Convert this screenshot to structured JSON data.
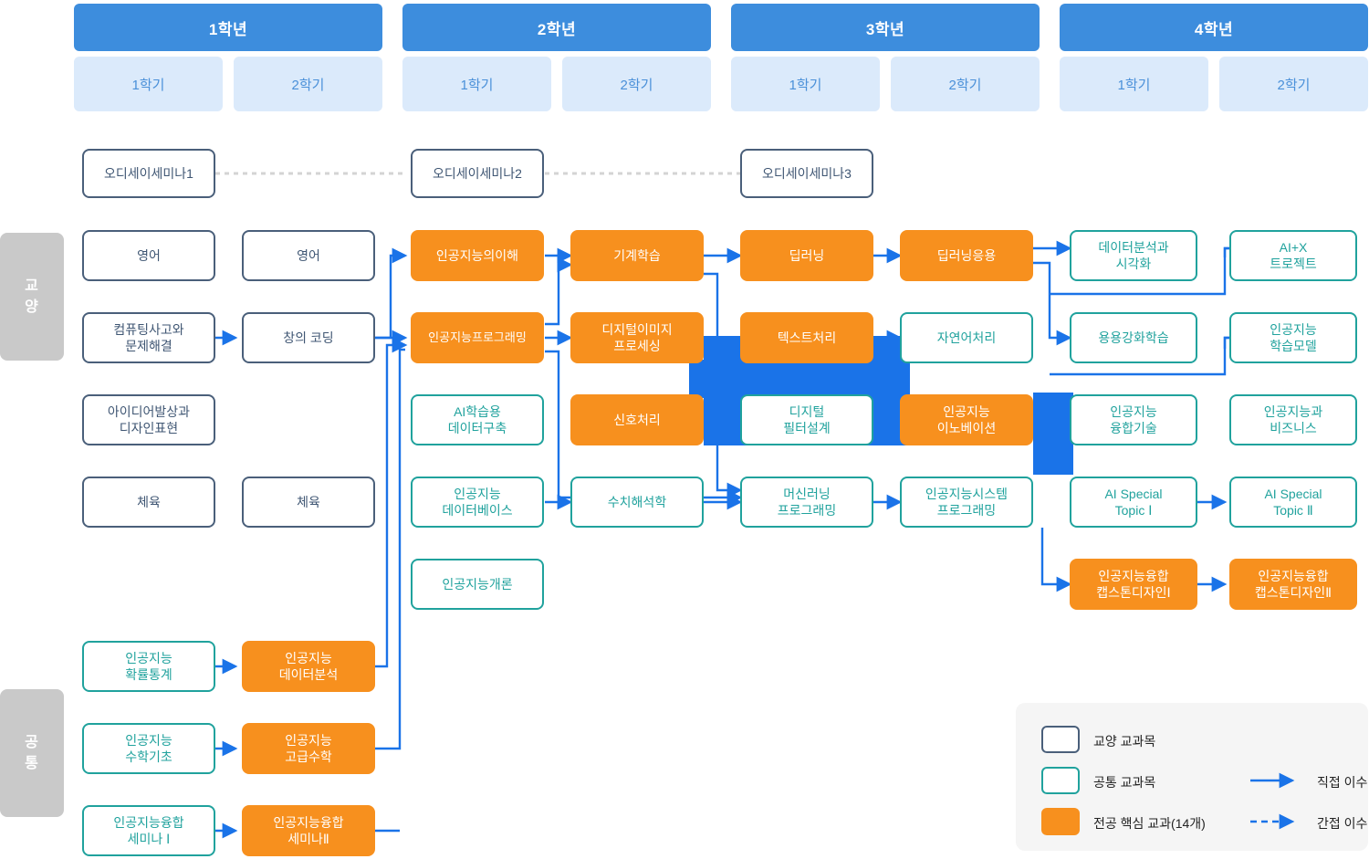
{
  "header": {
    "years": [
      {
        "label": "1학년",
        "terms": [
          "1학기",
          "2학기"
        ]
      },
      {
        "label": "2학년",
        "terms": [
          "1학기",
          "2학기"
        ]
      },
      {
        "label": "3학년",
        "terms": [
          "1학기",
          "2학기"
        ]
      },
      {
        "label": "4학년",
        "terms": [
          "1학기",
          "2학기"
        ]
      }
    ]
  },
  "categories": [
    {
      "key": "liberal",
      "label": "교양",
      "chars": [
        "교",
        "양"
      ]
    },
    {
      "key": "common",
      "label": "공통",
      "chars": [
        "공",
        "통"
      ]
    }
  ],
  "seminars": [
    {
      "label": "오디세이세미나1"
    },
    {
      "label": "오디세이세미나2"
    },
    {
      "label": "오디세이세미나3"
    }
  ],
  "courses": {
    "y1s1": [
      {
        "id": "eng1",
        "label": "영어",
        "type": "gen"
      },
      {
        "id": "ct",
        "label": "컴퓨팅사고와\n문제해결",
        "type": "gen"
      },
      {
        "id": "idea",
        "label": "아이디어발상과\n디자인표현",
        "type": "gen"
      },
      {
        "id": "pe1",
        "label": "체육",
        "type": "gen"
      }
    ],
    "y1s2": [
      {
        "id": "eng2",
        "label": "영어",
        "type": "gen"
      },
      {
        "id": "coding",
        "label": "창의 코딩",
        "type": "gen"
      },
      {
        "id": "pe2",
        "label": "체육",
        "type": "gen"
      }
    ],
    "y2s1": [
      {
        "id": "ai_understand",
        "label": "인공지능의이해",
        "type": "major"
      },
      {
        "id": "ai_prog",
        "label": "인공지능프로그래밍",
        "type": "major"
      },
      {
        "id": "ai_dataset",
        "label": "AI학습용\n데이터구축",
        "type": "common"
      },
      {
        "id": "ai_db",
        "label": "인공지능\n데이터베이스",
        "type": "common"
      },
      {
        "id": "ai_intro",
        "label": "인공지능개론",
        "type": "common"
      }
    ],
    "y2s2": [
      {
        "id": "ml",
        "label": "기계학습",
        "type": "major"
      },
      {
        "id": "dip",
        "label": "디지털이미지\n프로세싱",
        "type": "major"
      },
      {
        "id": "signal",
        "label": "신호처리",
        "type": "major"
      },
      {
        "id": "numeric",
        "label": "수치해석학",
        "type": "common"
      }
    ],
    "y3s1": [
      {
        "id": "dl",
        "label": "딥러닝",
        "type": "major"
      },
      {
        "id": "text",
        "label": "텍스트처리",
        "type": "major"
      },
      {
        "id": "dfilter",
        "label": "디지털\n필터설계",
        "type": "common"
      },
      {
        "id": "mlprog",
        "label": "머신러닝\n프로그래밍",
        "type": "common"
      }
    ],
    "y3s2": [
      {
        "id": "dlapp",
        "label": "딥러닝응용",
        "type": "major"
      },
      {
        "id": "nlp",
        "label": "자연어처리",
        "type": "common"
      },
      {
        "id": "innov",
        "label": "인공지능\n이노베이션",
        "type": "major"
      },
      {
        "id": "aisys",
        "label": "인공지능시스템\n프로그래밍",
        "type": "common"
      }
    ],
    "y4s1": [
      {
        "id": "dataviz",
        "label": "데이터분석과\n시각화",
        "type": "common"
      },
      {
        "id": "rl",
        "label": "용용강화학습",
        "type": "common"
      },
      {
        "id": "fusion",
        "label": "인공지능\n융합기술",
        "type": "common"
      },
      {
        "id": "ast1",
        "label": "AI Special\nTopic Ⅰ",
        "type": "common"
      },
      {
        "id": "cap1",
        "label": "인공지능융합\n캡스톤디자인Ⅰ",
        "type": "major"
      }
    ],
    "y4s2": [
      {
        "id": "aix",
        "label": "AI+X\n트로젝트",
        "type": "common"
      },
      {
        "id": "learnmodel",
        "label": "인공지능\n학습모델",
        "type": "common"
      },
      {
        "id": "aibiz",
        "label": "인공지능과\n비즈니스",
        "type": "common"
      },
      {
        "id": "ast2",
        "label": "AI Special\nTopic Ⅱ",
        "type": "common"
      },
      {
        "id": "cap2",
        "label": "인공지능융합\n캡스톤디자인Ⅱ",
        "type": "major"
      }
    ],
    "common_s1": [
      {
        "id": "prob",
        "label": "인공지능\n확률통계",
        "type": "common"
      },
      {
        "id": "mathbasic",
        "label": "인공지능\n수학기초",
        "type": "common"
      },
      {
        "id": "sem1",
        "label": "인공지능융합\n세미나 Ⅰ",
        "type": "common"
      }
    ],
    "common_s2": [
      {
        "id": "dataanal",
        "label": "인공지능\n데이터분석",
        "type": "major"
      },
      {
        "id": "advmath",
        "label": "인공지능\n고급수학",
        "type": "major"
      },
      {
        "id": "sem2",
        "label": "인공지능융합\n세미나Ⅱ",
        "type": "major"
      }
    ]
  },
  "legend": {
    "items": [
      {
        "swatch": "gen",
        "label": "교양 교과목"
      },
      {
        "swatch": "common",
        "label": "공통 교과목"
      },
      {
        "swatch": "major",
        "label": "전공 핵심 교과(14개)"
      }
    ],
    "lines": [
      {
        "style": "solid",
        "label": "직접 이수"
      },
      {
        "style": "dashed",
        "label": "간접 이수"
      }
    ]
  },
  "colors": {
    "year_header": "#3d8ddd",
    "term_header": "#dbeafb",
    "term_text": "#4a90d9",
    "general": "#4a5f7a",
    "common": "#20a29d",
    "major": "#f7901e",
    "arrow": "#1a73e8",
    "dashed": "#1a73e8",
    "indirect_link": "#d4d4d4",
    "category_tab": "#c9c9c9",
    "legend_bg": "#f5f5f5"
  }
}
